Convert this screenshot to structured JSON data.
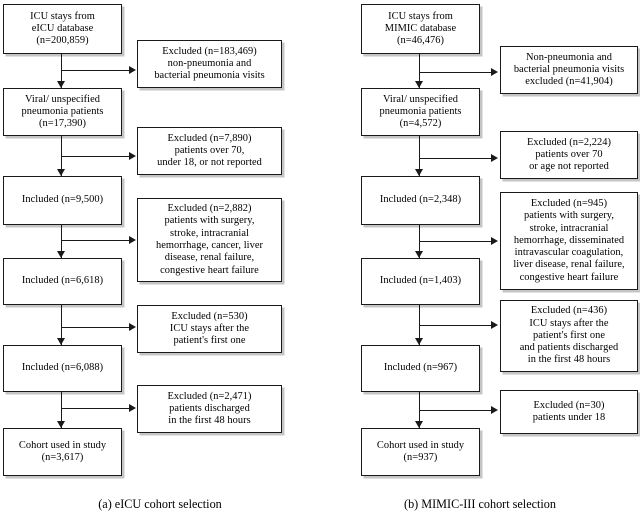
{
  "figure": {
    "type": "flowchart",
    "description": "Two-panel patient cohort selection flow diagram"
  },
  "panels": [
    {
      "id": "eicu",
      "caption": "(a) eICU cohort selection",
      "main_nodes": [
        {
          "id": "eicu-source",
          "text": "ICU stays from\neICU database\n(n=200,859)"
        },
        {
          "id": "eicu-viral",
          "text": "Viral/ unspecified\npneumonia patients\n(n=17,390)"
        },
        {
          "id": "eicu-inc1",
          "text": "Included (n=9,500)"
        },
        {
          "id": "eicu-inc2",
          "text": "Included (n=6,618)"
        },
        {
          "id": "eicu-inc3",
          "text": "Included (n=6,088)"
        },
        {
          "id": "eicu-cohort",
          "text": "Cohort used in study\n(n=3,617)"
        }
      ],
      "excluded_nodes": [
        {
          "id": "eicu-ex1",
          "text": "Excluded (n=183,469)\nnon-pneumonia and\nbacterial pneumonia visits"
        },
        {
          "id": "eicu-ex2",
          "text": "Excluded (n=7,890)\npatients over 70,\nunder 18, or not reported"
        },
        {
          "id": "eicu-ex3",
          "text": "Excluded (n=2,882)\npatients with surgery,\nstroke, intracranial\nhemorrhage, cancer, liver\ndisease, renal failure,\ncongestive heart failure"
        },
        {
          "id": "eicu-ex4",
          "text": "Excluded (n=530)\nICU stays after the\npatient's first one"
        },
        {
          "id": "eicu-ex5",
          "text": "Excluded (n=2,471)\npatients discharged\nin the first 48 hours"
        }
      ]
    },
    {
      "id": "mimic",
      "caption": "(b) MIMIC-III cohort selection",
      "main_nodes": [
        {
          "id": "mimic-source",
          "text": "ICU stays from\nMIMIC database\n(n=46,476)"
        },
        {
          "id": "mimic-viral",
          "text": "Viral/ unspecified\npneumonia patients\n(n=4,572)"
        },
        {
          "id": "mimic-inc1",
          "text": "Included (n=2,348)"
        },
        {
          "id": "mimic-inc2",
          "text": "Included (n=1,403)"
        },
        {
          "id": "mimic-inc3",
          "text": "Included (n=967)"
        },
        {
          "id": "mimic-cohort",
          "text": "Cohort used in study\n(n=937)"
        }
      ],
      "excluded_nodes": [
        {
          "id": "mimic-ex1",
          "text": "Non-pneumonia and\nbacterial pneumonia visits\nexcluded (n=41,904)"
        },
        {
          "id": "mimic-ex2",
          "text": "Excluded (n=2,224)\npatients over 70\nor age not reported"
        },
        {
          "id": "mimic-ex3",
          "text": "Excluded (n=945)\npatients with surgery,\nstroke, intracranial\nhemorrhage, disseminated\nintravascular coagulation,\nliver disease, renal failure,\ncongestive heart failure"
        },
        {
          "id": "mimic-ex4",
          "text": "Excluded (n=436)\nICU stays after the\npatient's first one\nand patients discharged\nin the first 48 hours"
        },
        {
          "id": "mimic-ex5",
          "text": "Excluded (n=30)\npatients under 18"
        }
      ]
    }
  ],
  "colors": {
    "stroke": "#1a1a1a",
    "fill": "#ffffff",
    "shadow": "#969696",
    "text": "#000000"
  }
}
